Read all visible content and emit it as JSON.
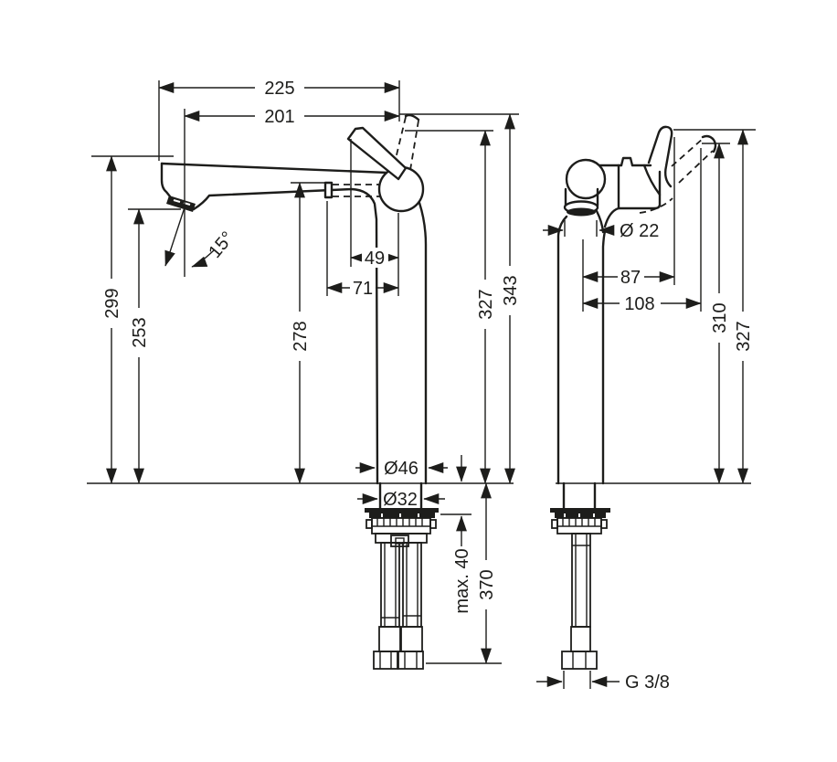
{
  "drawing": {
    "type": "faucet-installation-dimension-drawing",
    "views": [
      "front",
      "side"
    ],
    "colors": {
      "line": "#1d1d1b",
      "background": "#ffffff"
    },
    "front": {
      "total_width": "225",
      "spout_reach": "201",
      "height_to_alt_handle_tip": "343",
      "height_to_handle_tip": "327",
      "spout_top_height": "299",
      "aerator_height": "253",
      "body_top_height": "278",
      "handle_to_axis": "49",
      "cartridge_to_axis": "71",
      "base_diameter": "Ø46",
      "shank_diameter": "Ø32",
      "deck_thickness": "max. 40",
      "hose_length": "370",
      "spout_angle": "15°"
    },
    "side": {
      "spout_diameter": "Ø 22",
      "handle_depth": "87",
      "handle_depth_max": "108",
      "height_alt_handle": "310",
      "height_handle": "327",
      "connection_thread": "G 3/8"
    }
  }
}
